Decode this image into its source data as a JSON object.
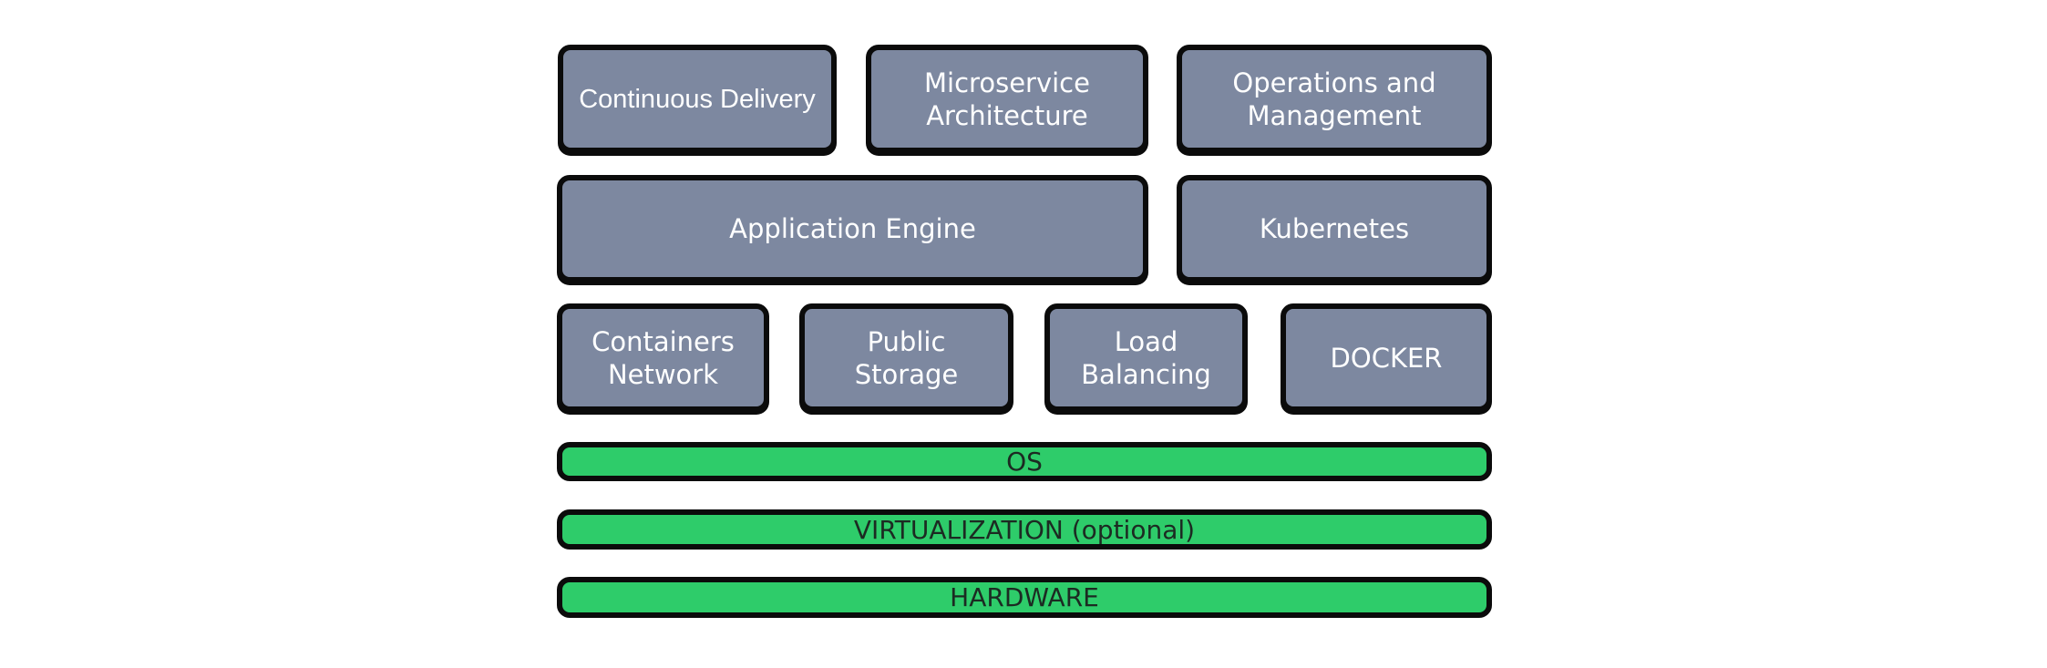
{
  "diagram": {
    "title": "Cloud-native platform stack",
    "colors": {
      "component_fill": "#7d88a0",
      "infrastructure_fill": "#2ecc6a",
      "border": "#0b0b0b",
      "component_text": "#ffffff",
      "infrastructure_text": "#1c2a22"
    },
    "rows": [
      {
        "name": "top-layer",
        "components": [
          {
            "label": "Continuous Delivery"
          },
          {
            "label": "Microservice\nArchitecture"
          },
          {
            "label": "Operations and\nManagement"
          }
        ]
      },
      {
        "name": "middle-layer",
        "components": [
          {
            "label": "Application Engine"
          },
          {
            "label": "Kubernetes"
          }
        ]
      },
      {
        "name": "service-layer",
        "components": [
          {
            "label": "Containers\nNetwork"
          },
          {
            "label": "Public\nStorage"
          },
          {
            "label": "Load\nBalancing"
          },
          {
            "label": "DOCKER"
          }
        ]
      }
    ],
    "infrastructure": [
      {
        "label": "OS"
      },
      {
        "label": "VIRTUALIZATION (optional)"
      },
      {
        "label": "HARDWARE"
      }
    ]
  }
}
